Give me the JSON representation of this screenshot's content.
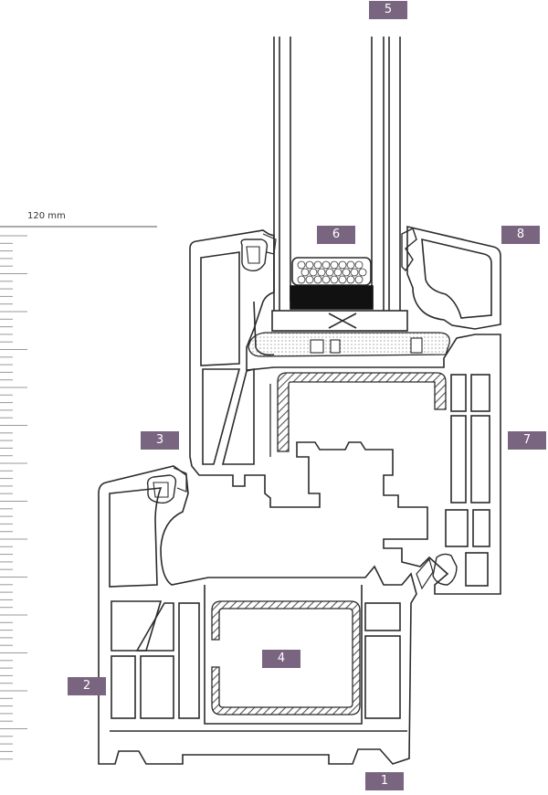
{
  "scale": {
    "label": "120 mm"
  },
  "callouts": [
    {
      "id": "5",
      "label": "5"
    },
    {
      "id": "6",
      "label": "6"
    },
    {
      "id": "8",
      "label": "8"
    },
    {
      "id": "3",
      "label": "3"
    },
    {
      "id": "7",
      "label": "7"
    },
    {
      "id": "4",
      "label": "4"
    },
    {
      "id": "2",
      "label": "2"
    },
    {
      "id": "1",
      "label": "1"
    }
  ],
  "colors": {
    "badge": "#7a6580",
    "line": "#2b2b2b",
    "steel_hatch": "#555555",
    "glass_seal": "#111111"
  }
}
